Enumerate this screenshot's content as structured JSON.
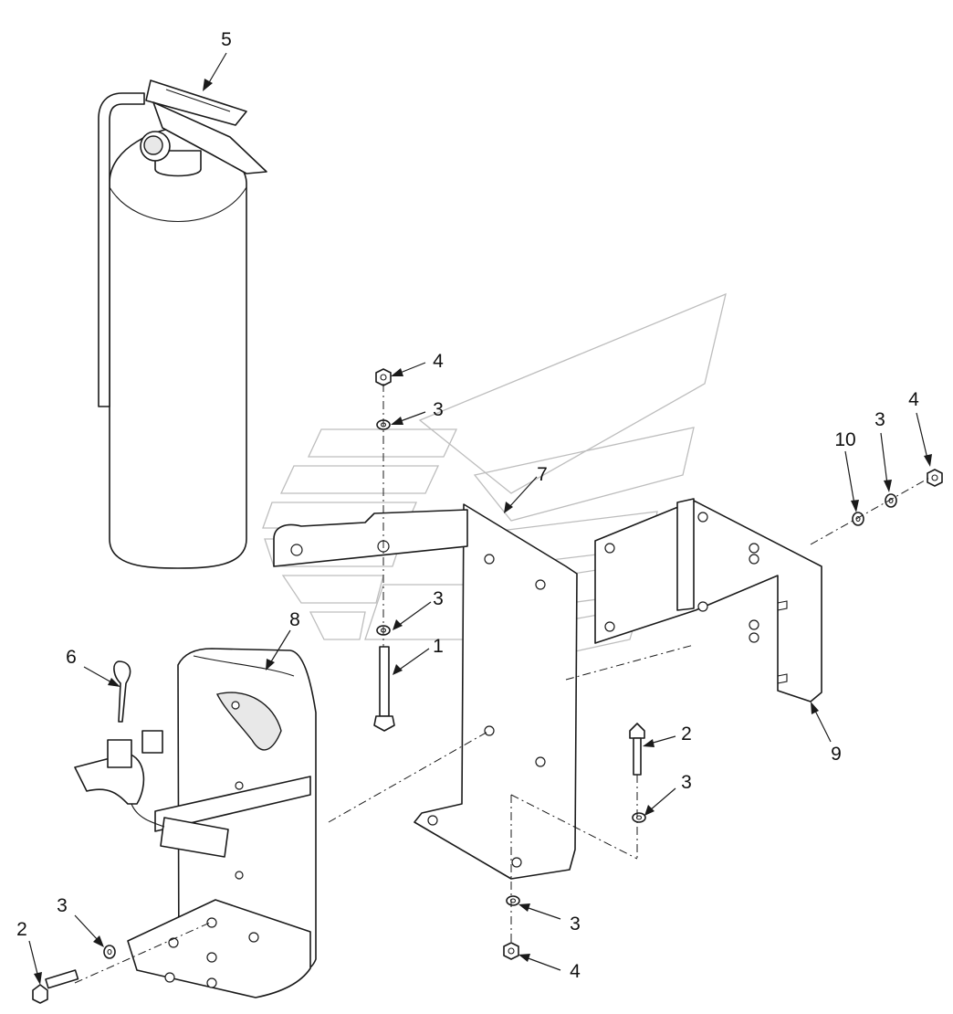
{
  "diagram": {
    "callouts": [
      {
        "id": "c5",
        "text": "5"
      },
      {
        "id": "c4a",
        "text": "4"
      },
      {
        "id": "c3a",
        "text": "3"
      },
      {
        "id": "c7",
        "text": "7"
      },
      {
        "id": "c3b",
        "text": "3"
      },
      {
        "id": "c1",
        "text": "1"
      },
      {
        "id": "c8",
        "text": "8"
      },
      {
        "id": "c6",
        "text": "6"
      },
      {
        "id": "c10",
        "text": "10"
      },
      {
        "id": "c3c",
        "text": "3"
      },
      {
        "id": "c4b",
        "text": "4"
      },
      {
        "id": "c9",
        "text": "9"
      },
      {
        "id": "c2a",
        "text": "2"
      },
      {
        "id": "c3d",
        "text": "3"
      },
      {
        "id": "c3e",
        "text": "3"
      },
      {
        "id": "c4c",
        "text": "4"
      },
      {
        "id": "c3f",
        "text": "3"
      },
      {
        "id": "c2b",
        "text": "2"
      }
    ]
  }
}
